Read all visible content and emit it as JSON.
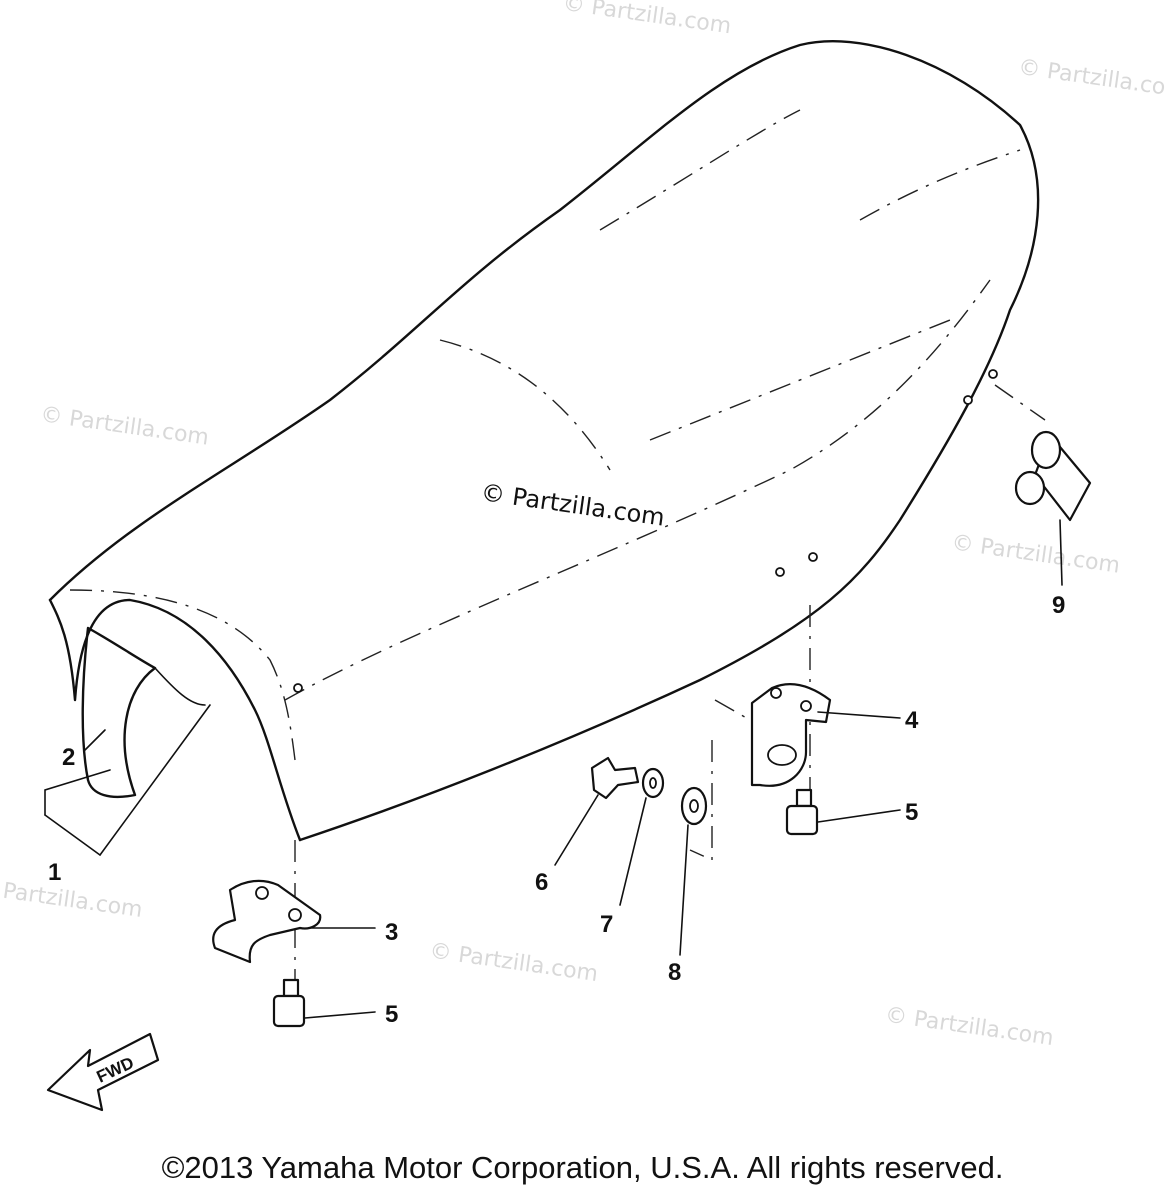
{
  "watermarks": {
    "corner": "© Partzilla.com",
    "center": "© Partzilla.com"
  },
  "callouts": [
    "1",
    "2",
    "3",
    "4",
    "5",
    "5",
    "6",
    "7",
    "8",
    "9"
  ],
  "fwd_label": "FWD",
  "copyright": "©2013 Yamaha Motor Corporation, U.S.A. All rights reserved."
}
